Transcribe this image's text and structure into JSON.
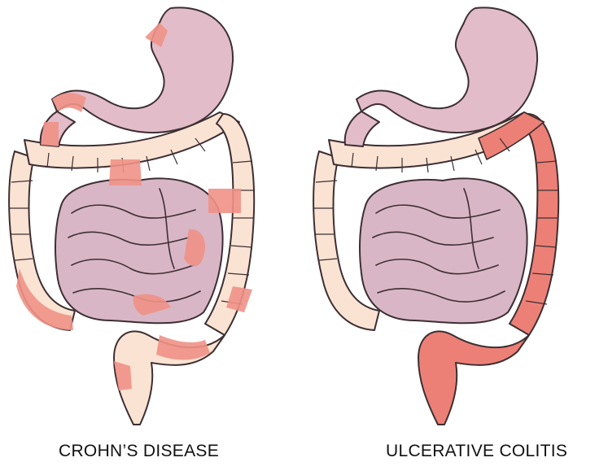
{
  "diagram": {
    "left_panel": {
      "caption": "CROHN’S DISEASE",
      "pattern": "patchy inflammation along the whole digestive tract"
    },
    "right_panel": {
      "caption": "ULCERATIVE COLITIS",
      "pattern": "continuous inflammation of the colon and rectum"
    },
    "colors": {
      "stomach": "#e2bcc8",
      "small_intestine": "#d9b6c5",
      "colon_healthy": "#fbe3d3",
      "inflamed": "#f09287",
      "inflamed_strong": "#ed8076",
      "outline": "#3d2f33"
    }
  }
}
